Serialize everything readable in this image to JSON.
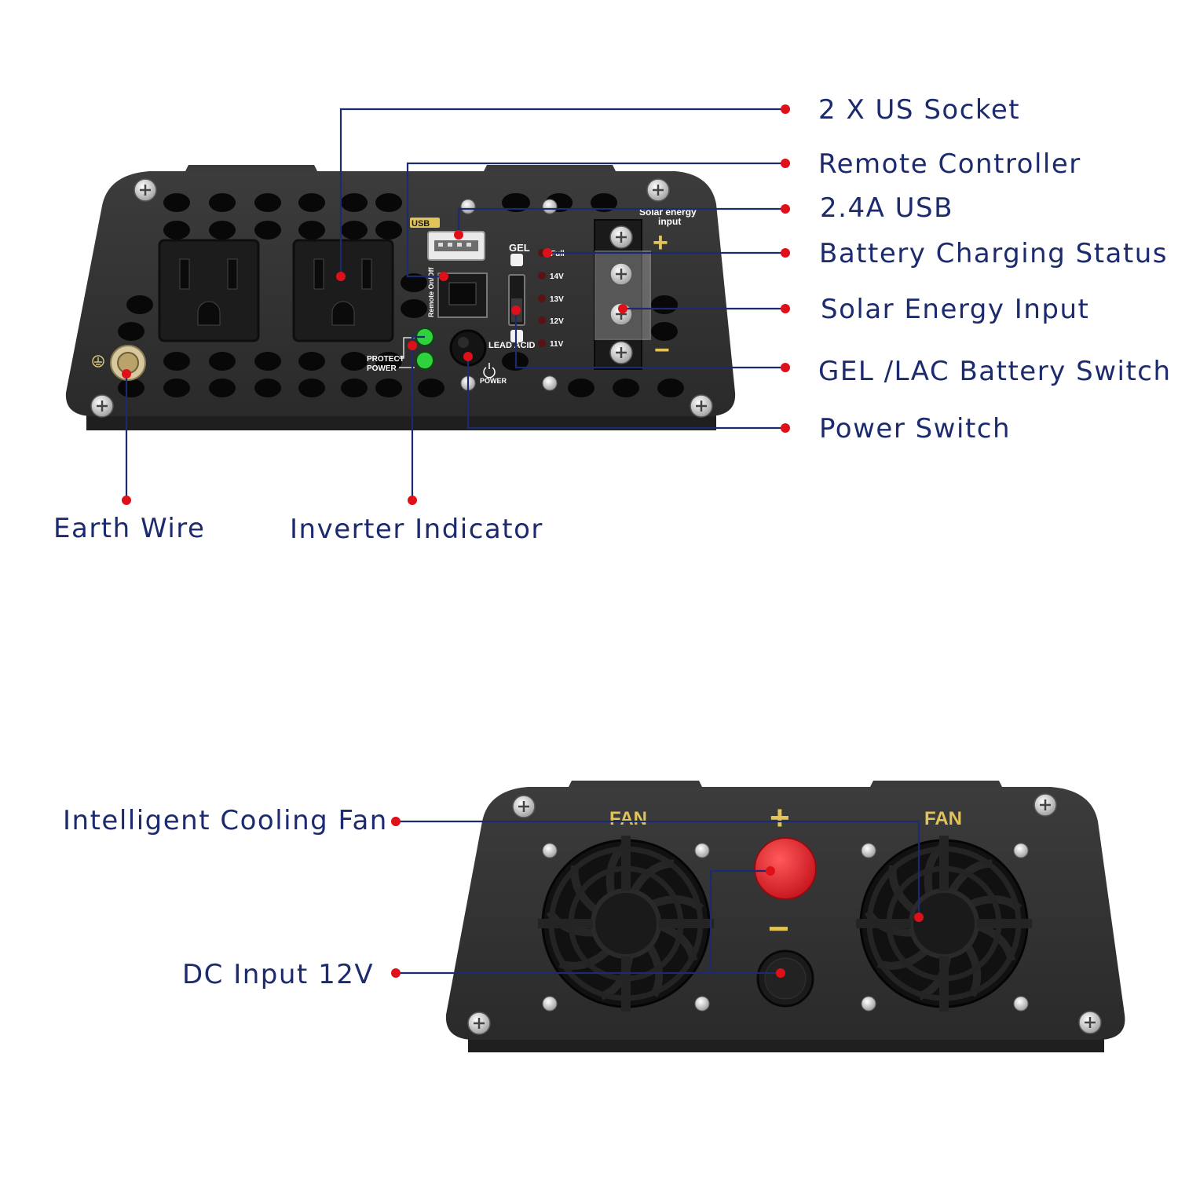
{
  "callouts": {
    "us_socket": "2 X US Socket",
    "remote_controller": "Remote Controller",
    "usb": "2.4A USB",
    "battery_status": "Battery Charging Status",
    "solar_input": "Solar Energy Input",
    "battery_switch": "GEL /LAC Battery Switch",
    "power_switch": "Power Switch",
    "earth_wire": "Earth Wire",
    "inverter_indicator": "Inverter Indicator",
    "cooling_fan": "Intelligent Cooling Fan",
    "dc_input": "DC  Input 12V"
  },
  "panel_labels": {
    "usb_badge": "USB",
    "solar_line1": "Solar energy",
    "solar_line2": "input",
    "gel": "GEL",
    "full": "Full",
    "v14": "14V",
    "v13": "13V",
    "v12": "12V",
    "v11": "11V",
    "lead_acid": "LEAD ACID",
    "protect": "PROTECT",
    "power_led": "POWER",
    "power_btn": "POWER",
    "remote": "Remote On/Off",
    "plus": "+",
    "minus": "−"
  },
  "rear_labels": {
    "fan_left": "FAN",
    "fan_right": "FAN",
    "plus": "+",
    "minus": "−"
  },
  "colors": {
    "body": "#333333",
    "leader": "#1c2a6e",
    "dot": "#e0101a",
    "led_green": "#2fd13f",
    "accent_gold": "#e2c35a"
  }
}
